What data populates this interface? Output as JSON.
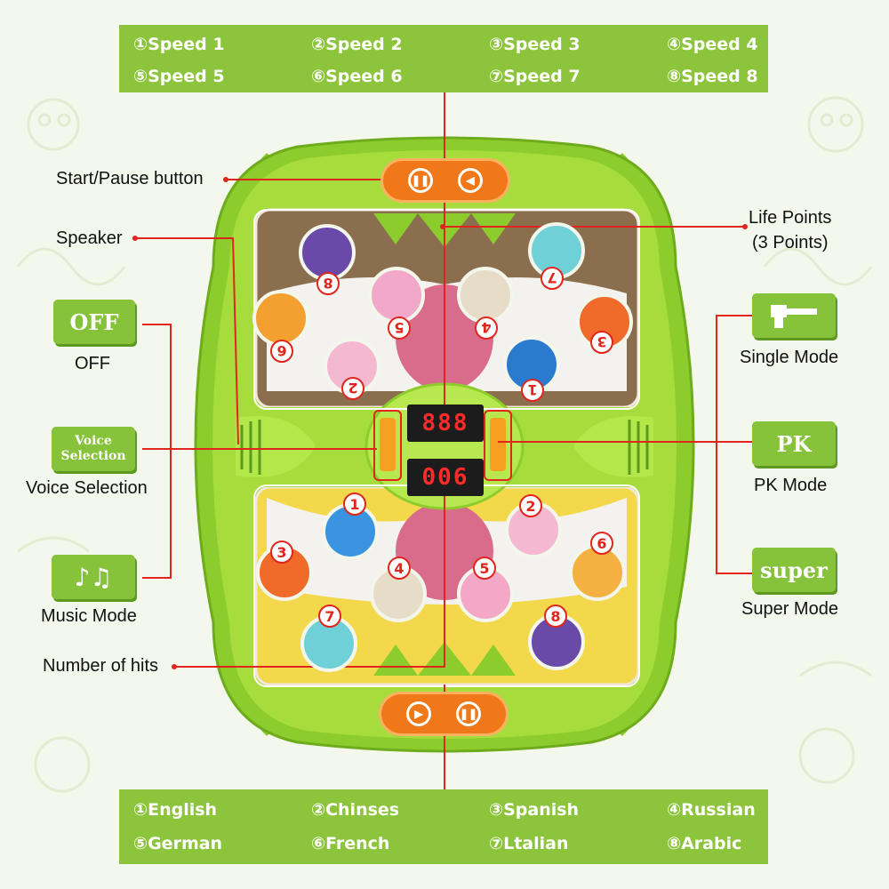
{
  "speed_panel": [
    "①Speed 1",
    "②Speed 2",
    "③Speed 3",
    "④Speed 4",
    "⑤Speed 5",
    "⑥Speed 6",
    "⑦Speed 7",
    "⑧Speed 8"
  ],
  "language_panel": [
    "①English",
    "②Chinses",
    "③Spanish",
    "④Russian",
    "⑤German",
    "⑥French",
    "⑦Ltalian",
    "⑧Arabic"
  ],
  "labels": {
    "start_pause": "Start/Pause button",
    "speaker": "Speaker",
    "off": "OFF",
    "voice_selection": "Voice Selection",
    "music_mode": "Music Mode",
    "number_of_hits": "Number of hits",
    "life_points_1": "Life Points",
    "life_points_2": "(3 Points)",
    "single_mode": "Single Mode",
    "pk_mode": "PK Mode",
    "super_mode": "Super Mode"
  },
  "icons": {
    "off": "OFF",
    "voice_1": "Voice",
    "voice_2": "Selection",
    "music": "♪♫",
    "pk": "PK",
    "super": "super",
    "hammer": "hammer-icon"
  },
  "display": {
    "top": "888",
    "bottom": "006"
  },
  "badges": [
    "1",
    "2",
    "3",
    "4",
    "5",
    "6",
    "7",
    "8"
  ],
  "colors": {
    "panel": "#8cc43c",
    "toy": "#8ccc2c",
    "accent": "#e0251c",
    "button": "#f07818"
  }
}
